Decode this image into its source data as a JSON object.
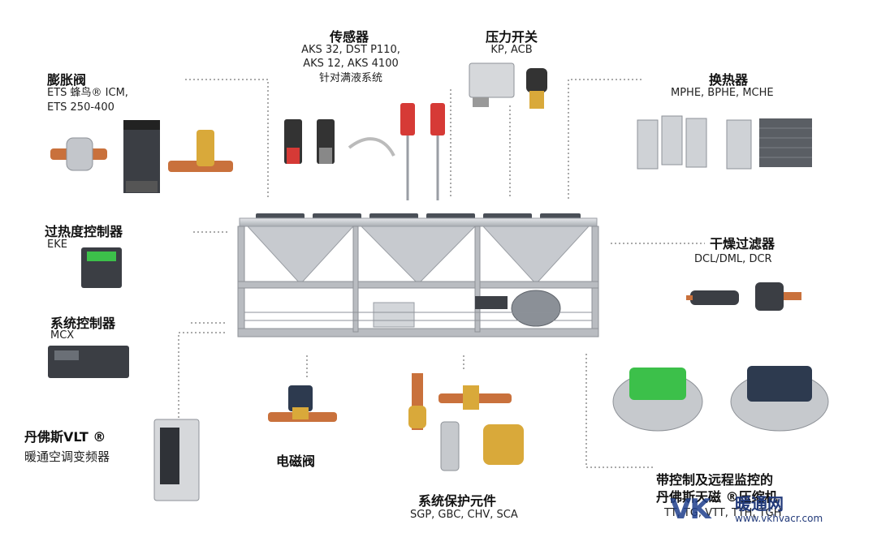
{
  "labels": {
    "expansion_valve": {
      "title": "膨胀阀",
      "line1": "ETS 蜂鸟®   ICM,",
      "line2": "ETS 250-400"
    },
    "sensor": {
      "title": "传感器",
      "line1": "AKS 32, DST P110,",
      "line2": "AKS 12, AKS 4100",
      "line3": "针对满液系统"
    },
    "pressure_switch": {
      "title": "压力开关",
      "line1": "KP, ACB"
    },
    "heat_exchanger": {
      "title": "换热器",
      "line1": "MPHE, BPHE, MCHE"
    },
    "superheat_controller": {
      "title": "过热度控制器",
      "line1": "EKE"
    },
    "filter_drier": {
      "title": "干燥过滤器",
      "line1": "DCL/DML, DCR"
    },
    "system_controller": {
      "title": "系统控制器",
      "line1": "MCX"
    },
    "vlt": {
      "title": "丹佛斯VLT ®",
      "line1": "暖通空调变频器"
    },
    "solenoid_valve": {
      "title": "电磁阀"
    },
    "protection": {
      "title": "系统保护元件",
      "line1": "SGP, GBC, CHV, SCA"
    },
    "compressor": {
      "title": "带控制及远程监控的",
      "line1": "丹佛斯天磁 ®压缩机",
      "line2": "TT, TG, VTT, TTH, TGH"
    }
  },
  "watermark": {
    "text": "暖通网",
    "url": "www.vkhvacr.com",
    "logo": "VK"
  },
  "colors": {
    "frame": "#b9bcc1",
    "green": "#3cc04a",
    "navy": "#2d3a4f",
    "brass": "#d9a93a",
    "red": "#d63a36",
    "copper": "#c9713c"
  }
}
